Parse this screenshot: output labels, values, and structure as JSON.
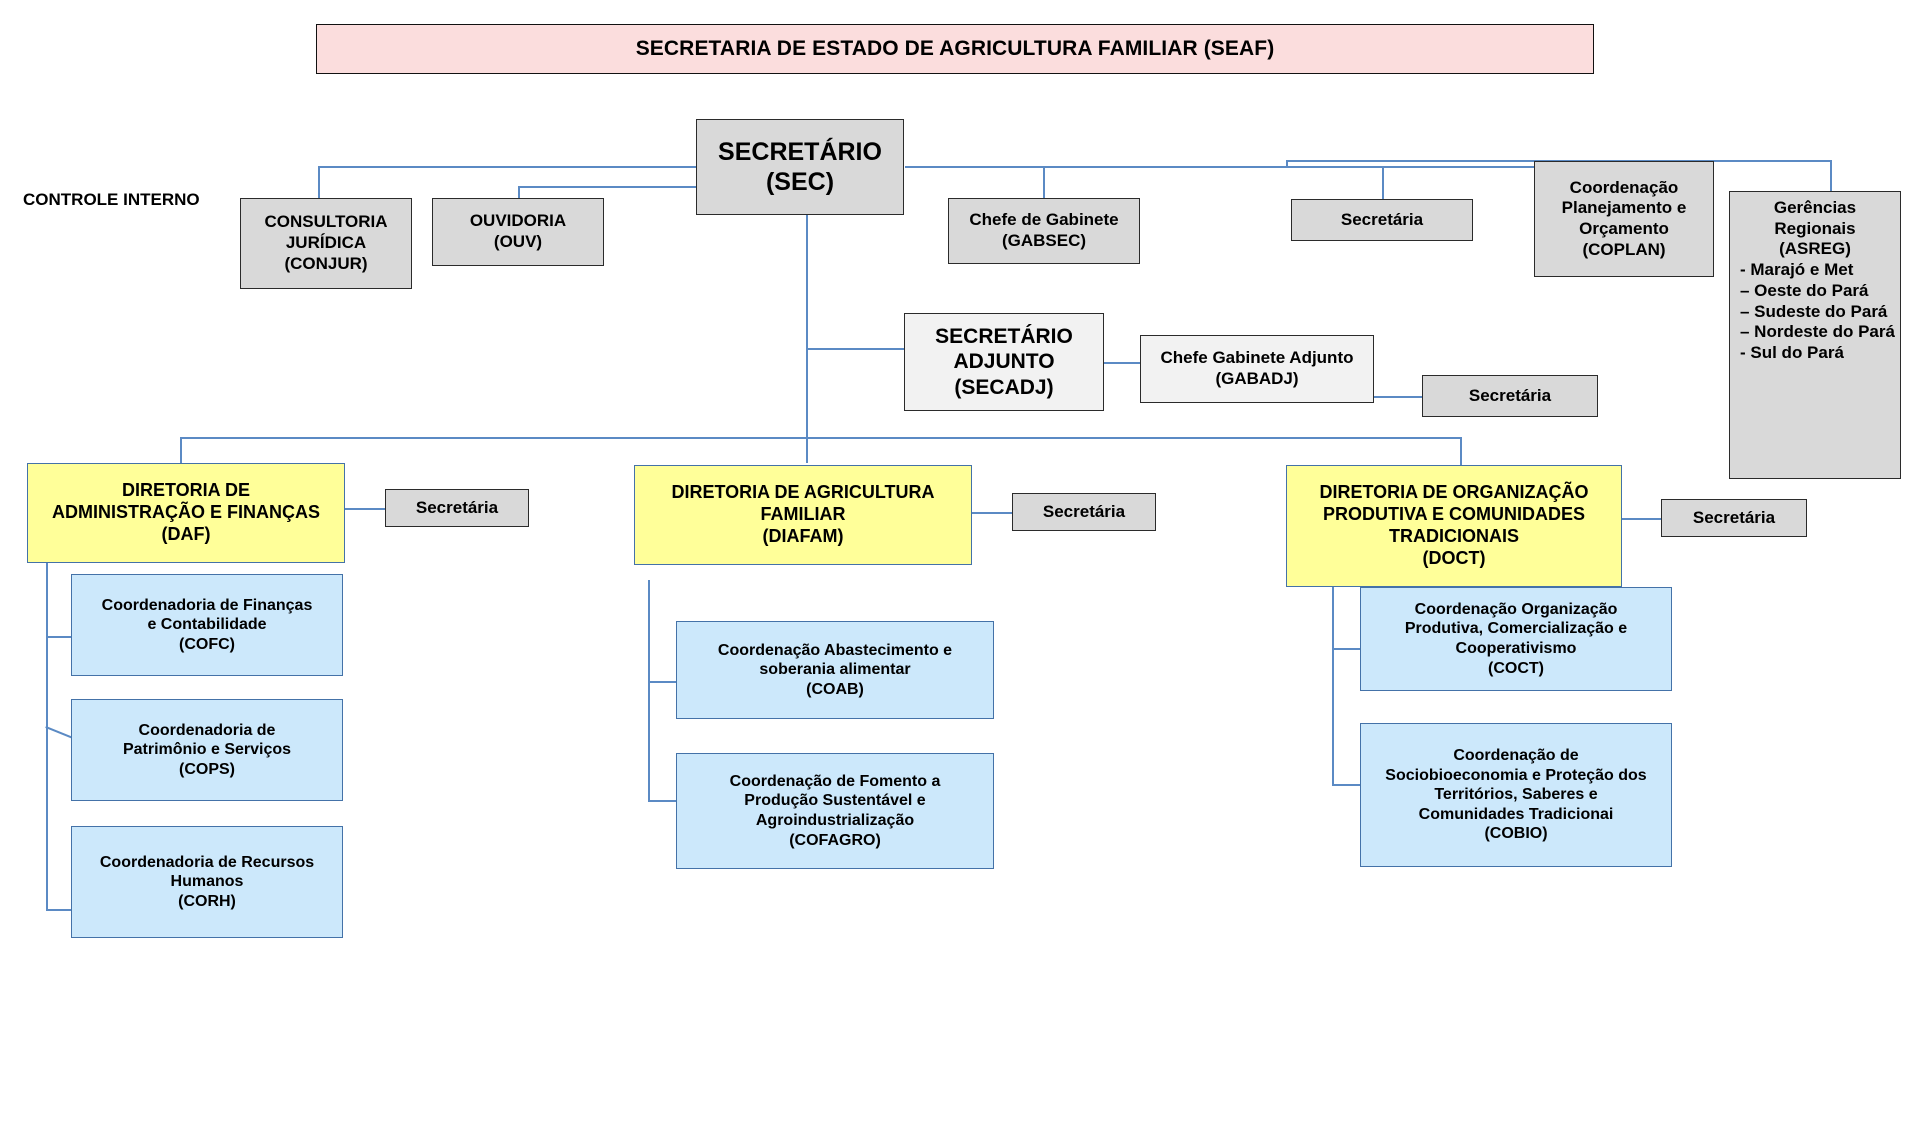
{
  "chart_title": "SECRETARIA DE ESTADO DE AGRICULTURA FAMILIAR (SEAF)",
  "side_label": "CONTROLE INTERNO",
  "nodes": {
    "sec": {
      "lines": [
        "SECRETÁRIO",
        "(SEC)"
      ]
    },
    "conjur": {
      "lines": [
        "CONSULTORIA",
        "JURÍDICA",
        "(CONJUR)"
      ]
    },
    "ouv": {
      "lines": [
        "OUVIDORIA",
        "(OUV)"
      ]
    },
    "gabsec": {
      "lines": [
        "Chefe de Gabinete",
        "(GABSEC)"
      ]
    },
    "sec_secretaria": {
      "lines": [
        "Secretária"
      ]
    },
    "coplan": {
      "lines": [
        "Coordenação",
        "Planejamento e",
        "Orçamento",
        "(COPLAN)"
      ]
    },
    "asreg": {
      "heading": [
        "Gerências",
        "Regionais",
        "(ASREG)"
      ],
      "items": [
        "- Marajó e Met",
        "– Oeste do Pará",
        "– Sudeste do Pará",
        "– Nordeste do Pará",
        "- Sul do Pará"
      ]
    },
    "secadj": {
      "lines": [
        "SECRETÁRIO",
        "ADJUNTO",
        "(SECADJ)"
      ]
    },
    "gabadj": {
      "lines": [
        "Chefe Gabinete Adjunto",
        "(GABADJ)"
      ]
    },
    "gabadj_secretaria": {
      "lines": [
        "Secretária"
      ]
    },
    "daf": {
      "lines": [
        "DIRETORIA DE",
        "ADMINISTRAÇÃO E FINANÇAS",
        "(DAF)"
      ]
    },
    "daf_secretaria": {
      "lines": [
        "Secretária"
      ]
    },
    "cofc": {
      "lines": [
        "Coordenadoria de Finanças",
        "e Contabilidade",
        "(COFC)"
      ]
    },
    "cops": {
      "lines": [
        "Coordenadoria de",
        "Patrimônio e Serviços",
        "(COPS)"
      ]
    },
    "corh": {
      "lines": [
        "Coordenadoria de Recursos",
        "Humanos",
        "(CORH)"
      ]
    },
    "diafam": {
      "lines": [
        "DIRETORIA DE AGRICULTURA",
        "FAMILIAR",
        "(DIAFAM)"
      ]
    },
    "diafam_secretaria": {
      "lines": [
        "Secretária"
      ]
    },
    "coab": {
      "lines": [
        "Coordenação Abastecimento e",
        "soberania alimentar",
        "(COAB)"
      ]
    },
    "cofagro": {
      "lines": [
        "Coordenação de Fomento a",
        "Produção Sustentável e",
        "Agroindustrialização",
        "(COFAGRO)"
      ]
    },
    "doct": {
      "lines": [
        "DIRETORIA DE ORGANIZAÇÃO",
        "PRODUTIVA E COMUNIDADES",
        "TRADICIONAIS",
        "(DOCT)"
      ]
    },
    "doct_secretaria": {
      "lines": [
        "Secretária"
      ]
    },
    "coct": {
      "lines": [
        "Coordenação Organização",
        "Produtiva, Comercialização e",
        "Cooperativismo",
        "(COCT)"
      ]
    },
    "cobio": {
      "lines": [
        "Coordenação de",
        "Sociobioeconomia e Proteção dos",
        "Territórios, Saberes e",
        "Comunidades Tradicionai",
        "(COBIO)"
      ]
    }
  },
  "colors": {
    "title_fill": "#FBDDDD",
    "grey_fill": "#D9D9D9",
    "white_fill": "#F2F2F2",
    "yellow_fill": "#FFFF99",
    "blue_fill": "#CCE8FB",
    "connector": "#5B8AC4",
    "border_dark": "#2B2B2B",
    "border_blue": "#4472A8"
  }
}
